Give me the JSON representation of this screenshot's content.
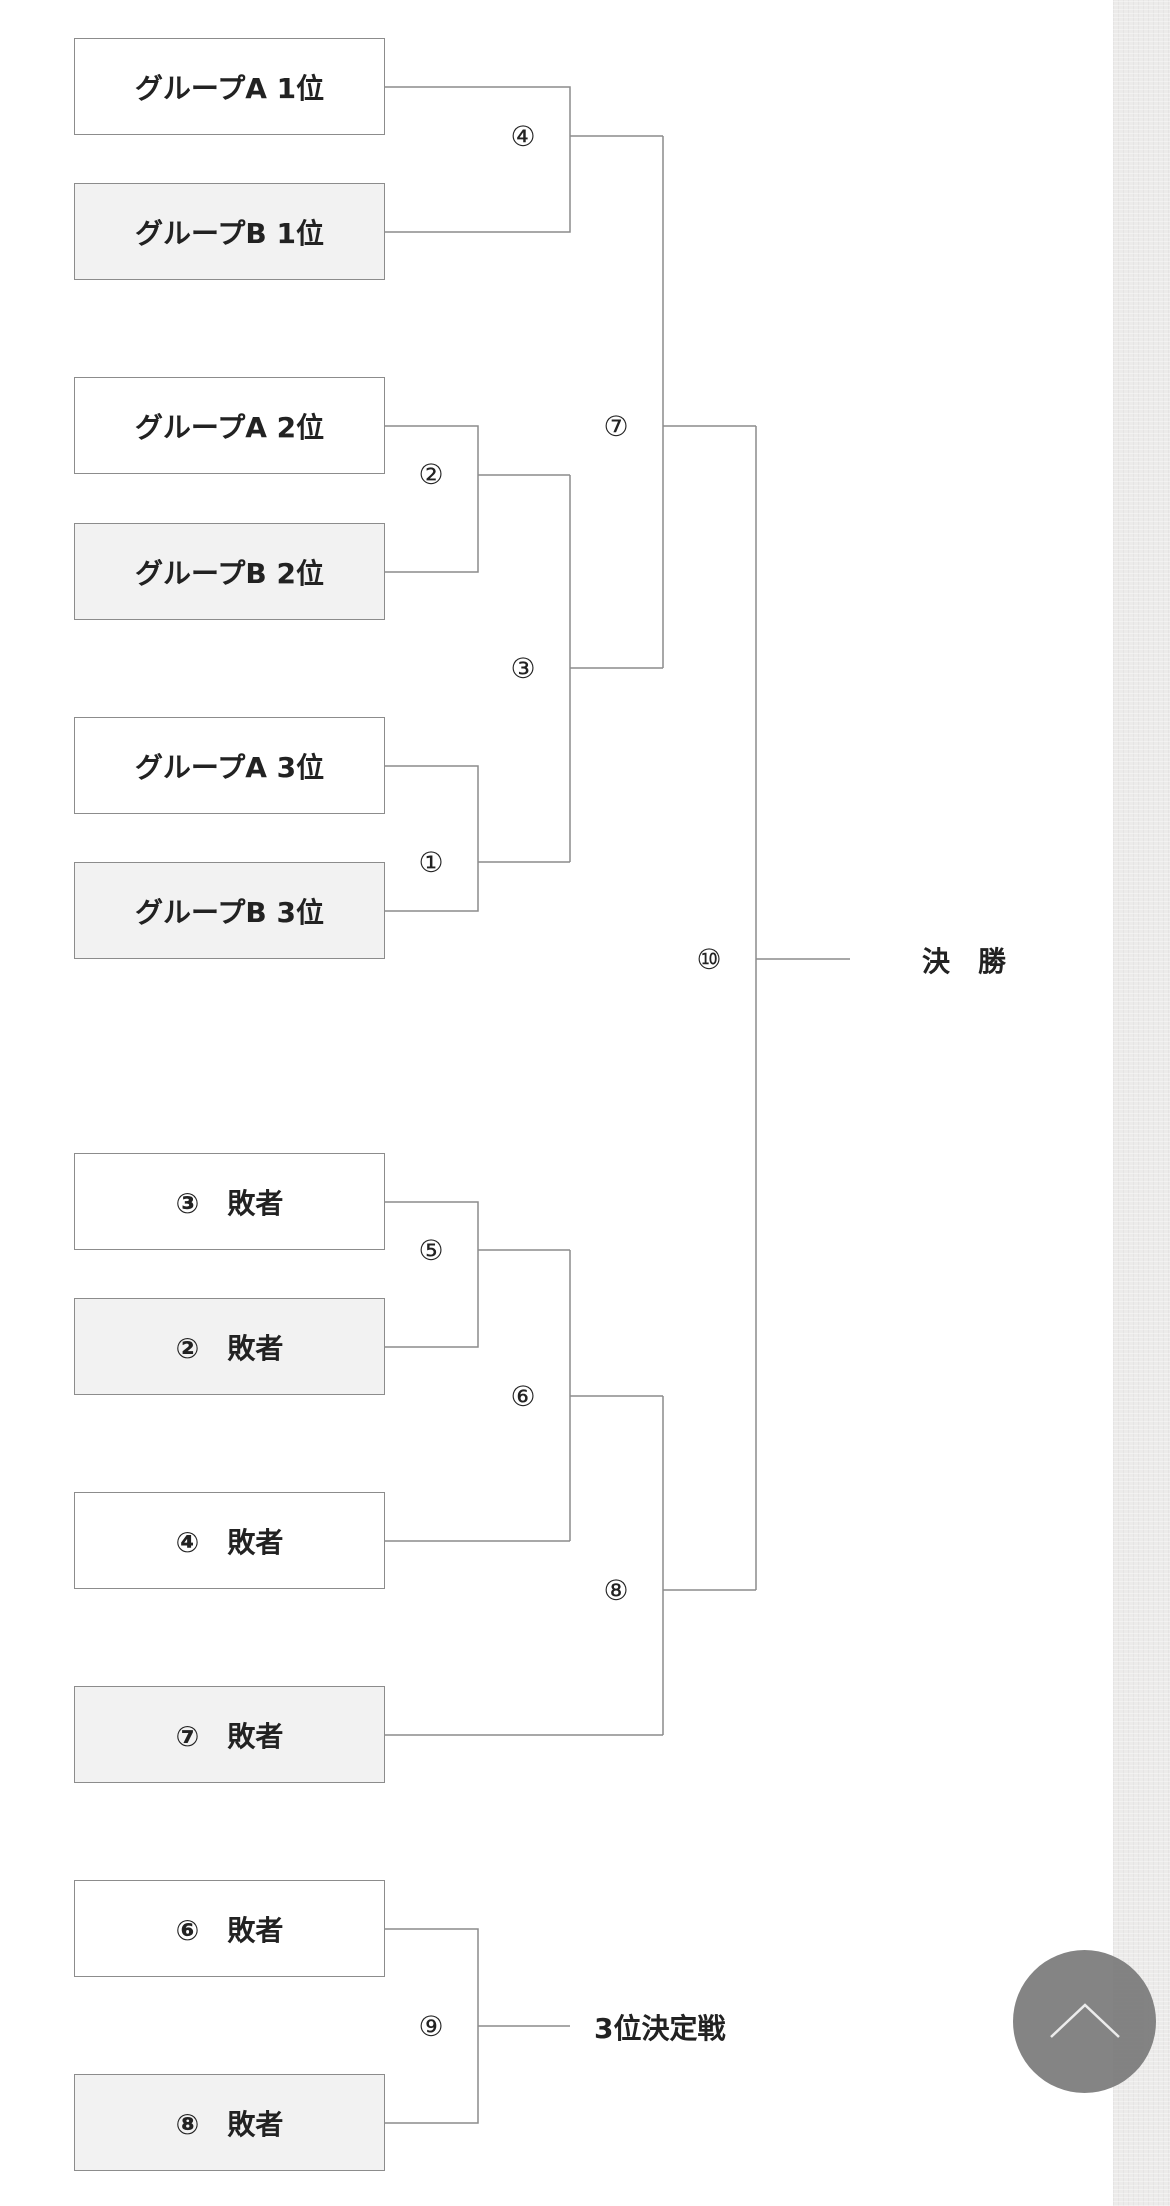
{
  "bracket": {
    "teams": [
      {
        "label": "グループA 1位"
      },
      {
        "label": "グループB 1位"
      },
      {
        "label": "グループA 2位"
      },
      {
        "label": "グループB 2位"
      },
      {
        "label": "グループA 3位"
      },
      {
        "label": "グループB 3位"
      },
      {
        "label": "③　敗者"
      },
      {
        "label": "②　敗者"
      },
      {
        "label": "④　敗者"
      },
      {
        "label": "⑦　敗者"
      },
      {
        "label": "⑥　敗者"
      },
      {
        "label": "⑧　敗者"
      }
    ],
    "matches": [
      {
        "number": "④"
      },
      {
        "number": "②"
      },
      {
        "number": "⑦"
      },
      {
        "number": "③"
      },
      {
        "number": "①"
      },
      {
        "number": "⑩"
      },
      {
        "number": "⑤"
      },
      {
        "number": "⑥"
      },
      {
        "number": "⑧"
      },
      {
        "number": "⑨"
      }
    ],
    "final_label": "決　勝",
    "third_place_label": "3位決定戦"
  },
  "scroll_top": {
    "icon": "chevron-up-icon"
  },
  "colors": {
    "line": "#8c8c8c",
    "shaded_box": "#f2f2f2",
    "button": "#7a7a7a"
  }
}
